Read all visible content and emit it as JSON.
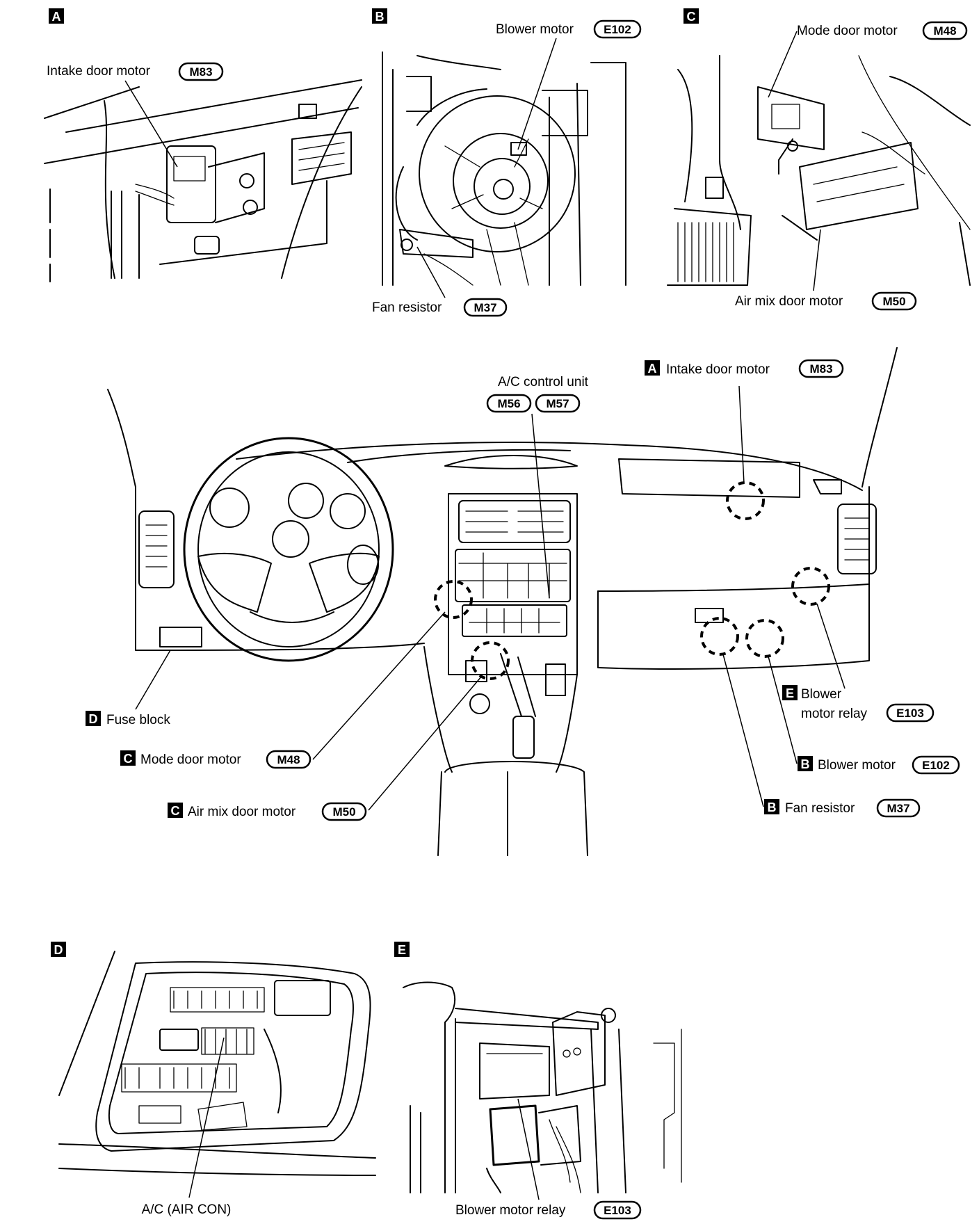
{
  "panels": {
    "a": {
      "letter": "A",
      "callouts": [
        {
          "text": "Intake door motor",
          "connector": "M83"
        }
      ]
    },
    "b": {
      "letter": "B",
      "callouts": [
        {
          "text": "Blower motor",
          "connector": "E102"
        },
        {
          "text": "Fan resistor",
          "connector": "M37"
        }
      ]
    },
    "c": {
      "letter": "C",
      "callouts": [
        {
          "text": "Mode door motor",
          "connector": "M48"
        },
        {
          "text": "Air mix door motor",
          "connector": "M50"
        }
      ]
    },
    "d": {
      "letter": "D",
      "callouts": [
        {
          "text": "A/C (AIR CON)"
        }
      ]
    },
    "e": {
      "letter": "E",
      "callouts": [
        {
          "text": "Blower motor relay",
          "connector": "E103"
        }
      ]
    }
  },
  "dashboard": {
    "ac_control_unit": {
      "text": "A/C control unit",
      "connectors": [
        "M56",
        "M57"
      ]
    },
    "callouts": [
      {
        "panel": "A",
        "text": "Intake door motor",
        "connector": "M83"
      },
      {
        "panel": "D",
        "text": "Fuse block"
      },
      {
        "panel": "C",
        "text": "Mode door motor",
        "connector": "M48"
      },
      {
        "panel": "C",
        "text": "Air mix door motor",
        "connector": "M50"
      },
      {
        "panel": "E",
        "text_line1": "Blower",
        "text_line2": "motor relay",
        "connector": "E103"
      },
      {
        "panel": "B",
        "text": "Blower motor",
        "connector": "E102"
      },
      {
        "panel": "B",
        "text": "Fan resistor",
        "connector": "M37"
      }
    ]
  }
}
